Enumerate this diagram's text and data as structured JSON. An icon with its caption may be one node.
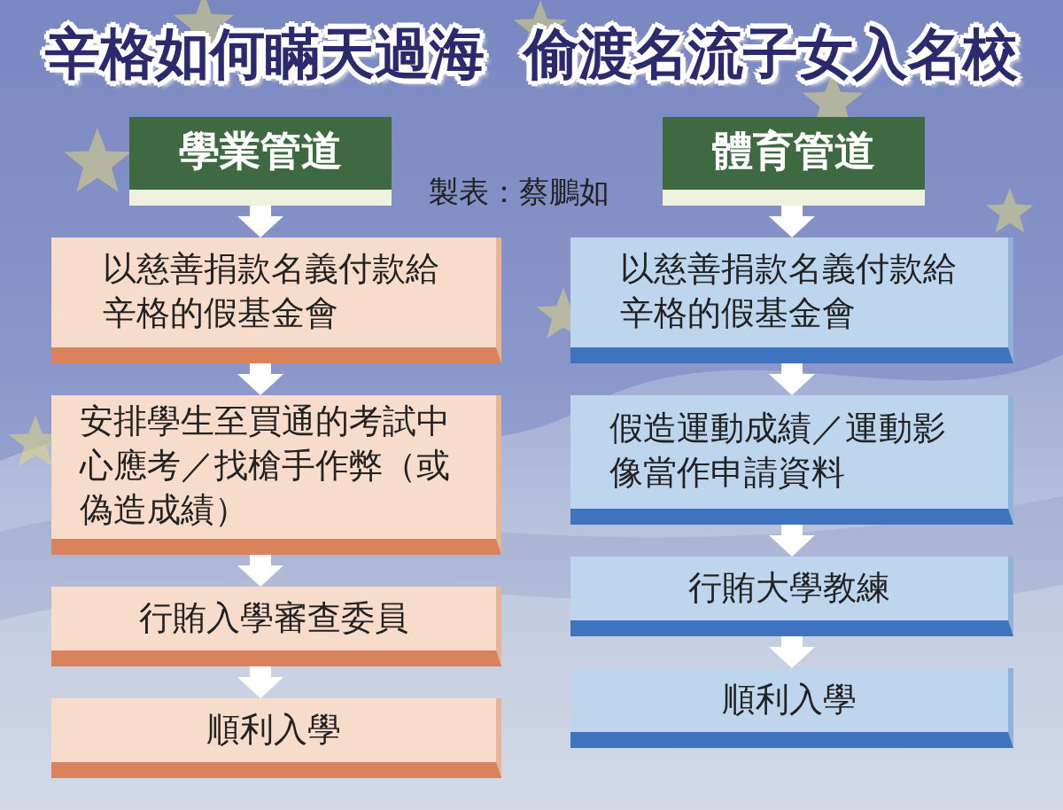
{
  "diagram": {
    "title": "辛格如何瞞天過海 偷渡名流子女入名校",
    "nodes": [
      {
        "text": [
          "學業管道"
        ]
      },
      {
        "text": [
          "以慈善捐款名義付款給辛格的假基金會"
        ]
      },
      {
        "text": [
          "安排學生至買通的考試中心應考／找槍手作弊（或偽造成績）"
        ]
      },
      {
        "text": [
          "行賄入學審查委員"
        ]
      },
      {
        "text": [
          "順利入學"
        ]
      },
      {
        "text": [
          "體育管道"
        ]
      },
      {
        "text": [
          "以慈善捐款名義付款給辛格的假基金會"
        ]
      },
      {
        "text": [
          "假造運動成績／運動影像當作申請資料"
        ]
      },
      {
        "text": [
          "行賄大學教練"
        ]
      },
      {
        "text": [
          "順利入學"
        ]
      }
    ],
    "edges": [
      {
        "from": 0,
        "to": 1,
        "arrow": "to"
      },
      {
        "from": 1,
        "to": 2,
        "arrow": "to"
      },
      {
        "from": 2,
        "to": 3,
        "arrow": "to"
      },
      {
        "from": 3,
        "to": 4,
        "arrow": "to"
      },
      {
        "from": 5,
        "to": 6,
        "arrow": "to"
      },
      {
        "from": 6,
        "to": 7,
        "arrow": "to"
      },
      {
        "from": 7,
        "to": 8,
        "arrow": "to"
      },
      {
        "from": 8,
        "to": 9,
        "arrow": "to"
      }
    ],
    "labels": [
      "製表：蔡鵬如"
    ]
  }
}
